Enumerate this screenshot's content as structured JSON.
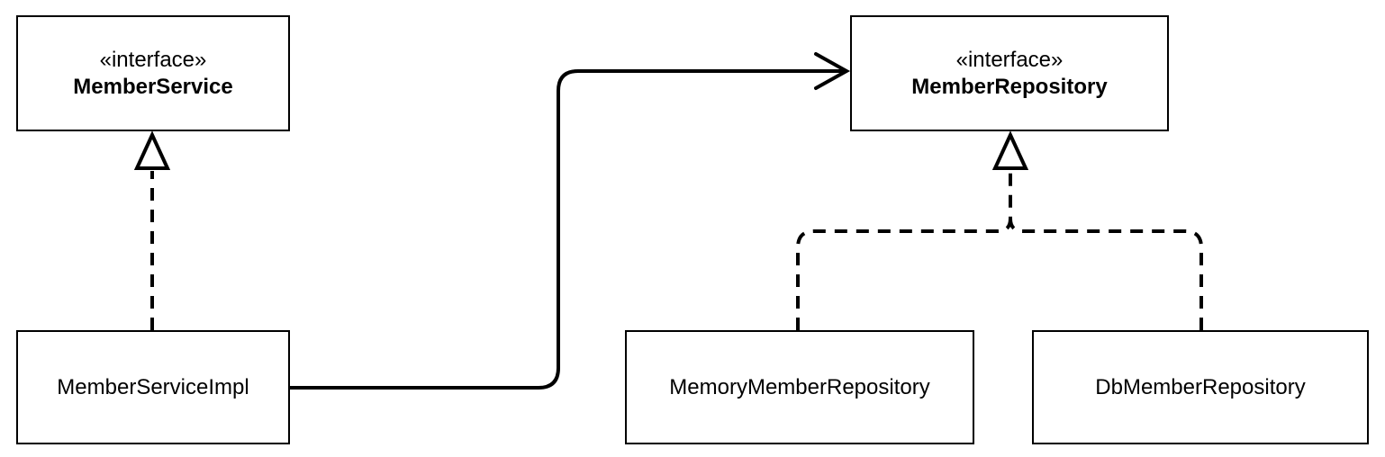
{
  "diagram": {
    "member_service": {
      "stereotype": "«interface»",
      "name": "MemberService"
    },
    "member_repository": {
      "stereotype": "«interface»",
      "name": "MemberRepository"
    },
    "member_service_impl": {
      "name": "MemberServiceImpl"
    },
    "memory_member_repository": {
      "name": "MemoryMemberRepository"
    },
    "db_member_repository": {
      "name": "DbMemberRepository"
    }
  }
}
